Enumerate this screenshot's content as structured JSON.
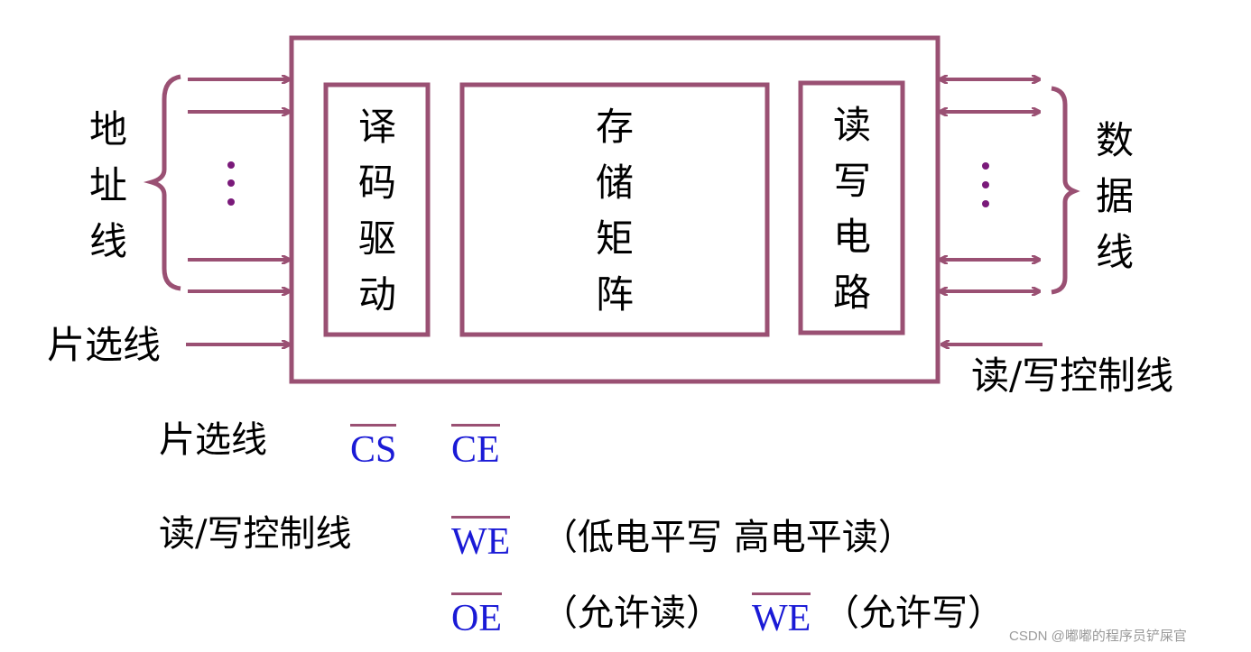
{
  "colors": {
    "stroke": "#9a5073",
    "signal_text": "#1a1ad6",
    "dots": "#7a1a7a",
    "watermark": "#9a9a9a"
  },
  "diagram": {
    "left_labels": {
      "address_lines": "地址线",
      "chip_select": "片选线"
    },
    "right_labels": {
      "data_lines": "数据线",
      "rw_control": "读/写控制线"
    },
    "blocks": [
      {
        "id": "decoder",
        "label": "译码驱动"
      },
      {
        "id": "matrix",
        "label": "存储矩阵"
      },
      {
        "id": "rw_circuit",
        "label": "读写电路"
      }
    ]
  },
  "legend": {
    "chip_select": {
      "label": "片选线",
      "signals": [
        "CS",
        "CE"
      ]
    },
    "rw_control": {
      "label": "读/写控制线",
      "row1": {
        "signal": "WE",
        "note": "（低电平写  高电平读）"
      },
      "row2": {
        "signal1": "OE",
        "note1": "（允许读）",
        "signal2": "WE",
        "note2": "（允许写）"
      }
    }
  },
  "watermark": "CSDN @嘟嘟的程序员铲屎官"
}
